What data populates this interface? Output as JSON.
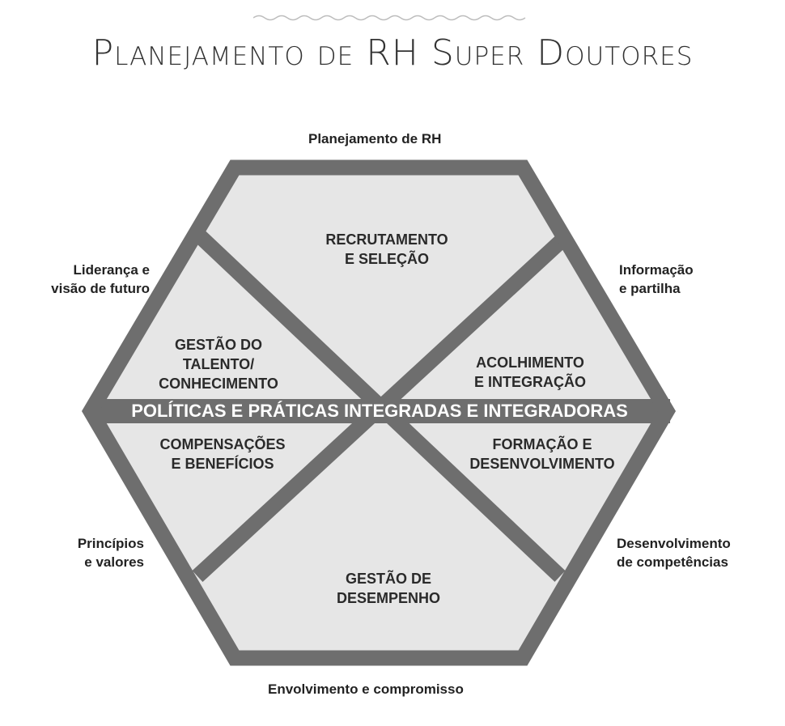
{
  "title": "Planejamento de RH Super Doutores",
  "colors": {
    "frame": "#6e6e6e",
    "fill": "#e6e6e6",
    "banner_text": "#ffffff",
    "label_text": "#222222"
  },
  "outer_labels": {
    "top": "Planejamento de RH",
    "top_left": [
      "Liderança e",
      "visão de futuro"
    ],
    "top_right": [
      "Informação",
      "e partilha"
    ],
    "bottom_left": [
      "Princípios",
      "e valores"
    ],
    "bottom_right": [
      "Desenvolvimento",
      "de competências"
    ],
    "bottom": "Envolvimento e compromisso"
  },
  "sectors": {
    "top": [
      "RECRUTAMENTO",
      "E SELEÇÃO"
    ],
    "upper_left": [
      "GESTÃO DO",
      "TALENTO/",
      "CONHECIMENTO"
    ],
    "upper_right": [
      "ACOLHIMENTO",
      "E INTEGRAÇÃO"
    ],
    "lower_left": [
      "COMPENSAÇÕES",
      "E BENEFÍCIOS"
    ],
    "lower_right": [
      "FORMAÇÃO E",
      "DESENVOLVIMENTO"
    ],
    "bottom": [
      "GESTÃO DE",
      "DESEMPENHO"
    ]
  },
  "center_banner": "POLÍTICAS E PRÁTICAS INTEGRADAS E INTEGRADORAS"
}
